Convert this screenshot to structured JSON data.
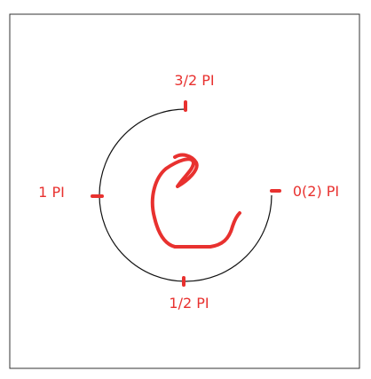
{
  "diagram": {
    "labels": {
      "angle_zero": "0(2) PI",
      "angle_half": "1/2 PI",
      "angle_one": "1 PI",
      "angle_three_half": "3/2 PI"
    },
    "colors": {
      "frame": "#333333",
      "arc": "#111111",
      "annotation": "#e8312f"
    }
  }
}
